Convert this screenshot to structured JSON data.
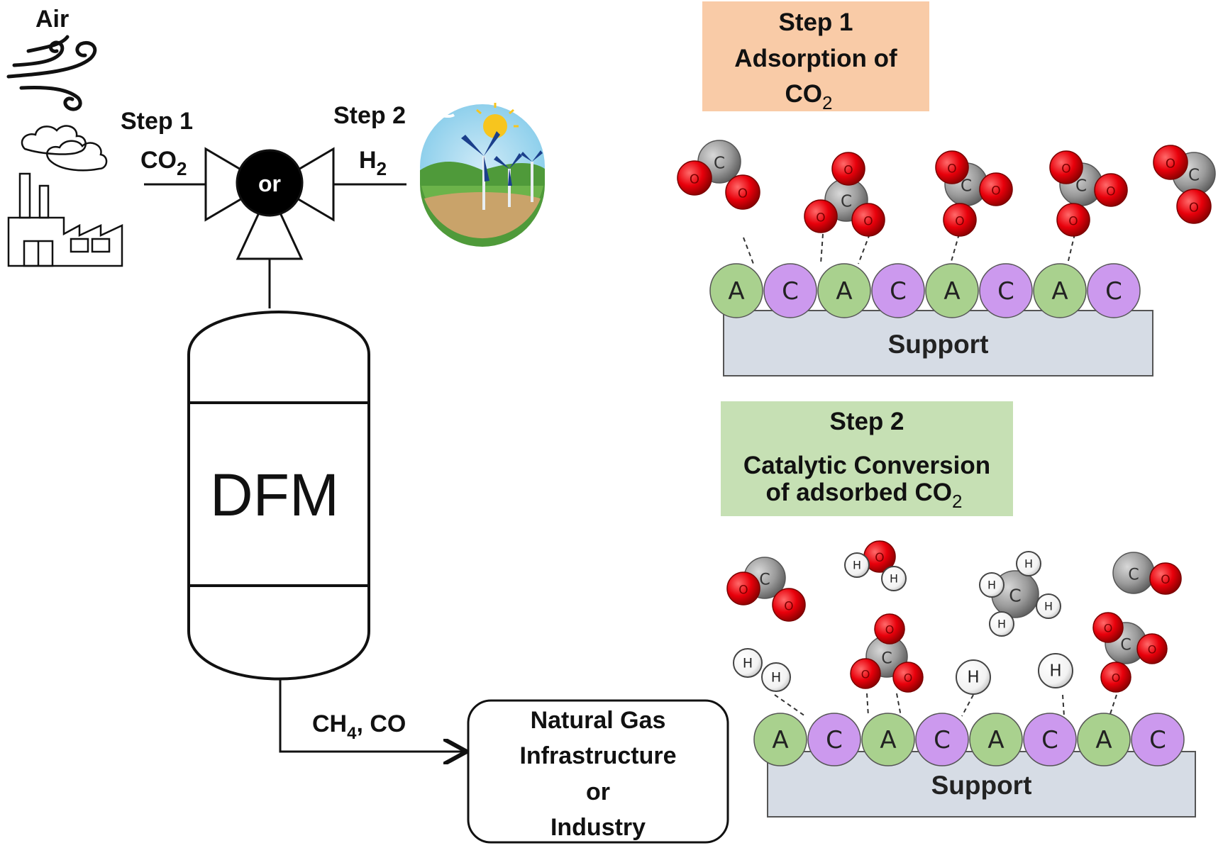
{
  "left": {
    "air_label": "Air",
    "step1_label": "Step 1",
    "step1_gas": "CO",
    "step1_gas_sub": "2",
    "step2_label": "Step 2",
    "step2_gas": "H",
    "step2_gas_sub": "2",
    "valve_label": "or",
    "reactor_label": "DFM",
    "product_gas": "CH",
    "product_gas_sub": "4",
    "product_gas_rest": ", CO",
    "destination_lines": [
      "Natural Gas",
      "Infrastructure",
      "or",
      "Industry"
    ]
  },
  "step1_panel": {
    "line1": "Step 1",
    "line2": "Adsorption of",
    "line3": "CO",
    "line3_sub": "2",
    "color": "#f9cba7"
  },
  "step2_panel": {
    "line1": "Step 2",
    "line2": "Catalytic Conversion",
    "line3": "of adsorbed CO",
    "line3_sub": "2",
    "color": "#c6e0b4"
  },
  "surface": {
    "sites": [
      "A",
      "C",
      "A",
      "C",
      "A",
      "C",
      "A",
      "C"
    ],
    "support_label": "Support",
    "site_A_color": "#a9d18e",
    "site_C_color": "#cc99ee",
    "support_color": "#d6dce5"
  },
  "atoms": {
    "O": "O",
    "C": "C",
    "H": "H",
    "oxygen_color": "#e8000b",
    "carbon_color": "#999999",
    "hydrogen_color": "#ffffff"
  }
}
